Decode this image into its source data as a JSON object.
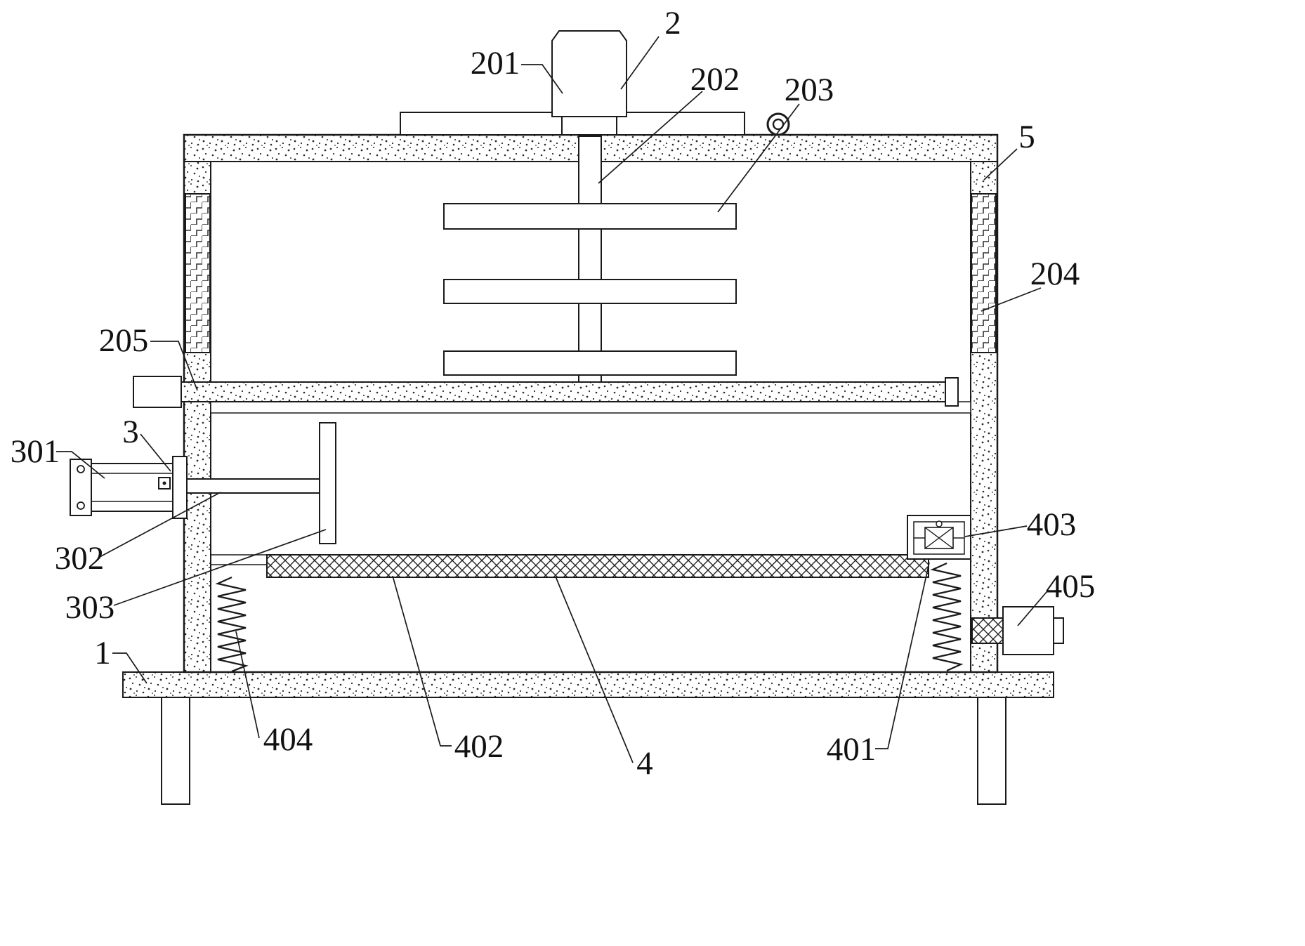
{
  "figure": {
    "kind": "patent-style technical line drawing of a processing machine, sectional side view",
    "background_color": "#ffffff",
    "line_color": "#1a1a1a"
  },
  "labels": {
    "l1": "1",
    "l2": "2",
    "l3": "3",
    "l4": "4",
    "l5": "5",
    "l201": "201",
    "l202": "202",
    "l203": "203",
    "l204": "204",
    "l205": "205",
    "l301": "301",
    "l302": "302",
    "l303": "303",
    "l401": "401",
    "l402": "402",
    "l403": "403",
    "l404": "404",
    "l405": "405"
  }
}
